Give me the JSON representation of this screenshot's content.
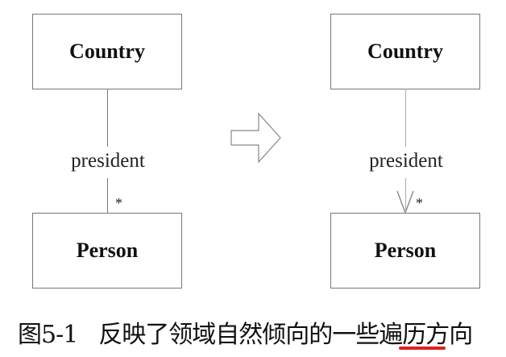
{
  "left_diagram": {
    "top_class": "Country",
    "bottom_class": "Person",
    "association_label": "president",
    "multiplicity": "*"
  },
  "transform_arrow": "right-arrow-icon",
  "right_diagram": {
    "top_class": "Country",
    "bottom_class": "Person",
    "association_label": "president",
    "multiplicity": "*",
    "navigability": "Country → Person"
  },
  "caption": {
    "figure_number": "图5-1",
    "text": "反映了领域自然倾向的一些遍历方向",
    "highlighted": "遍历",
    "highlight_color": "#e02020"
  }
}
